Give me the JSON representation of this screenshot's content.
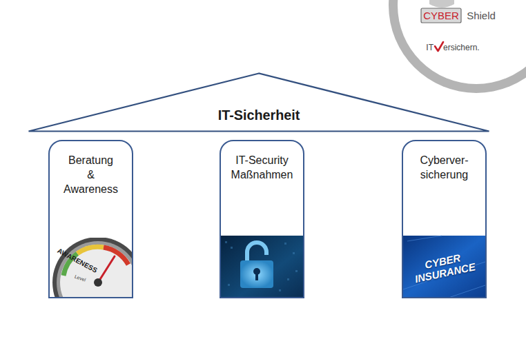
{
  "diagram": {
    "nodes": [
      {
        "text": [
          "IT-Sicherheit"
        ]
      },
      {
        "text": [
          "Beratung & Awareness"
        ]
      },
      {
        "text": [
          "IT-Security Maßnahmen"
        ]
      },
      {
        "text": [
          "Cyberver- sicherung"
        ]
      }
    ],
    "labels": [
      "CYBER",
      "Shield",
      "IT",
      "ersichern.",
      "AWARENESS",
      "Level",
      "CYBER INSURANCE"
    ]
  }
}
